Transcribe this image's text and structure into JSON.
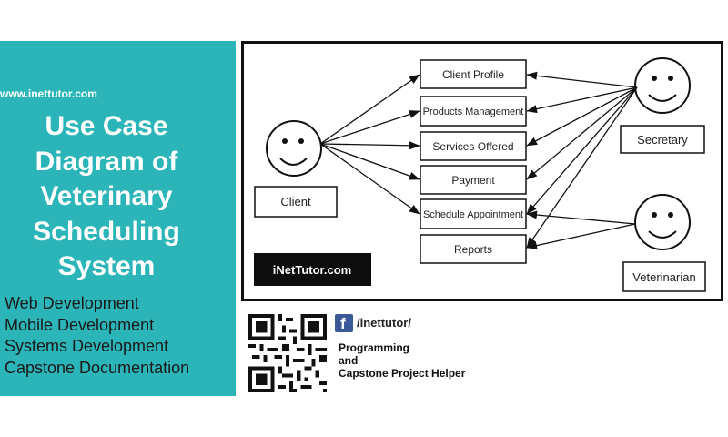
{
  "left_panel": {
    "site_url": "www.inettutor.com",
    "title_lines": [
      "Use Case",
      "Diagram of",
      "Veterinary",
      "Scheduling",
      "System"
    ],
    "services": [
      "Web Development",
      "Mobile Development",
      "Systems Development",
      "Capstone Documentation"
    ],
    "panel_color": "#2bb5b8"
  },
  "diagram": {
    "actors": {
      "client": "Client",
      "secretary": "Secretary",
      "veterinarian": "Veterinarian"
    },
    "use_cases": [
      "Client Profile",
      "Products Management",
      "Services Offered",
      "Payment",
      "Schedule Appointment",
      "Reports"
    ],
    "watermark": "iNetTutor.com"
  },
  "footer": {
    "facebook_handle": "/inettutor/",
    "lines": [
      "Programming",
      "and",
      "Capstone Project Helper"
    ]
  }
}
